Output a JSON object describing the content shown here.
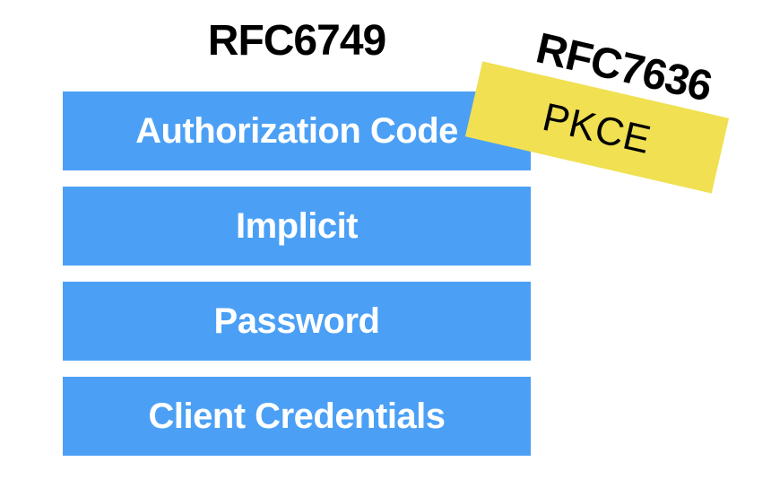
{
  "slide": {
    "rfc6749_title": "RFC6749",
    "grant_types": [
      {
        "label": "Authorization Code"
      },
      {
        "label": "Implicit"
      },
      {
        "label": "Password"
      },
      {
        "label": "Client Credentials"
      }
    ],
    "sticker": {
      "title": "RFC7636",
      "label": "PKCE"
    },
    "colors": {
      "bar": "#4BA0F5",
      "sticker": "#F0E052",
      "title_text": "#000000",
      "bar_text": "#FFFFFF"
    }
  }
}
